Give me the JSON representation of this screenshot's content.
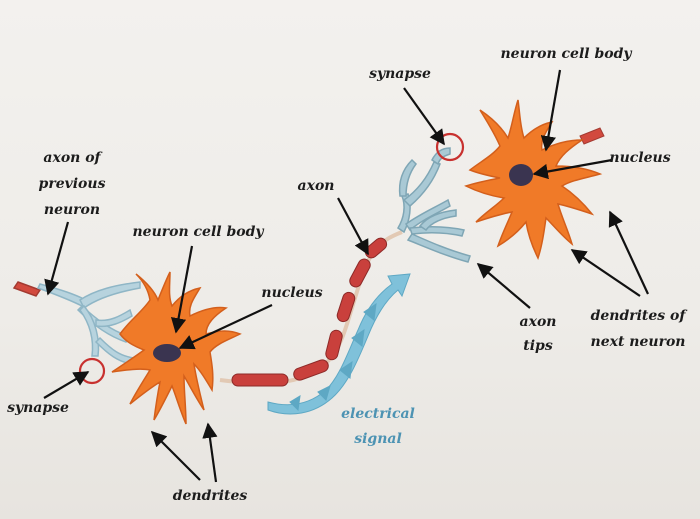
{
  "diagram": {
    "labels": {
      "axon_of_previous_1": "axon of",
      "axon_of_previous_2": "previous",
      "axon_of_previous_3": "neuron",
      "neuron_cell_body_left": "neuron cell body",
      "nucleus_left": "nucleus",
      "synapse_left": "synapse",
      "dendrites": "dendrites",
      "axon": "axon",
      "synapse_right": "synapse",
      "neuron_cell_body_right": "neuron cell body",
      "nucleus_right": "nucleus",
      "axon_tips_1": "axon",
      "axon_tips_2": "tips",
      "dendrites_next_1": "dendrites of",
      "dendrites_next_2": "next neuron",
      "electrical_signal_1": "electrical",
      "electrical_signal_2": "signal"
    },
    "colors": {
      "cell_body": "#f07a28",
      "cell_body_dark": "#c9541a",
      "nucleus": "#3a3450",
      "axon_myelin": "#c9403c",
      "axon_terminal": "#a9c9d5",
      "signal_arrow": "#7fc1da",
      "synapse_ring": "#c8312f"
    }
  }
}
